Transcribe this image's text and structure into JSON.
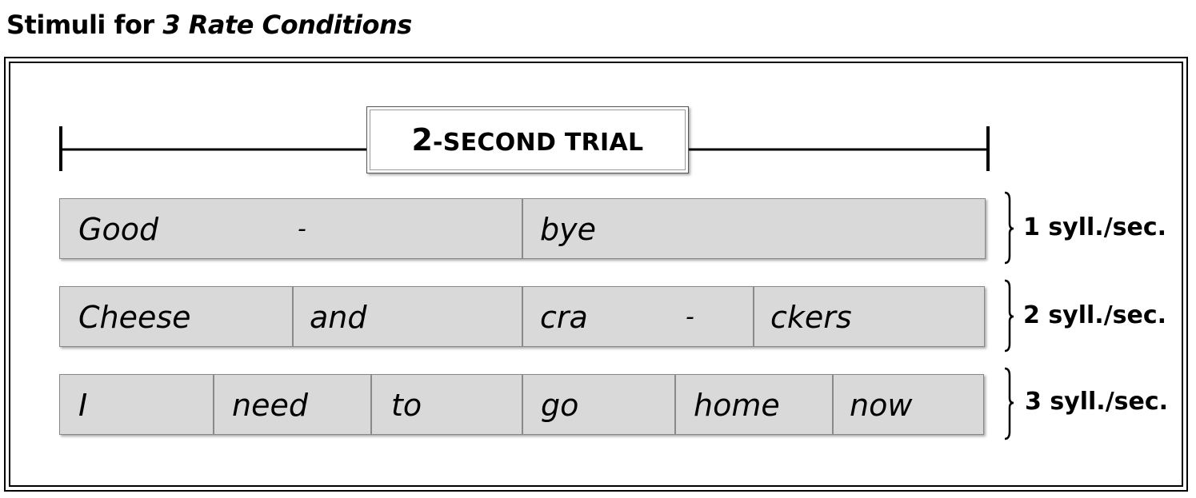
{
  "title": {
    "prefix": "Stimuli for ",
    "emphasis": "3 Rate Conditions"
  },
  "trial": {
    "number": "2",
    "label": "-SECOND TRIAL"
  },
  "rows": [
    {
      "rate": "1 syll./sec.",
      "syllables": [
        "Good",
        "bye"
      ],
      "hyphens": [
        "-"
      ]
    },
    {
      "rate": "2 syll./sec.",
      "syllables": [
        "Cheese",
        "and",
        "cra",
        "ckers"
      ],
      "hyphens": [
        "-"
      ]
    },
    {
      "rate": "3 syll./sec.",
      "syllables": [
        "I",
        "need",
        "to",
        "go",
        "home",
        "now"
      ]
    }
  ]
}
